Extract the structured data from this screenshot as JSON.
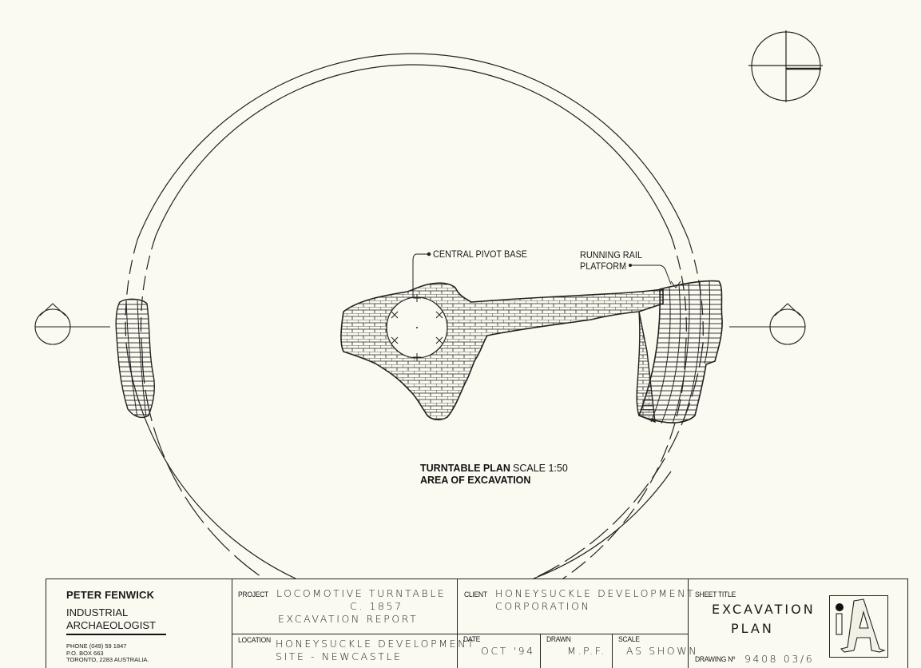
{
  "drawing": {
    "plan_title": "TURNTABLE PLAN",
    "plan_scale": "SCALE 1:50",
    "plan_subtitle": "AREA OF EXCAVATION",
    "annotations": {
      "central_pivot": "CENTRAL PIVOT BASE",
      "running_rail_line1": "RUNNING RAIL",
      "running_rail_line2": "PLATFORM"
    },
    "icons": [
      "north-point-icon",
      "section-marker-left-icon",
      "section-marker-right-icon"
    ],
    "colors": {
      "paper": "#fbfaf0",
      "ink": "#1a1a1a"
    }
  },
  "title_block": {
    "firm": {
      "name": "PETER FENWICK",
      "role_line1": "INDUSTRIAL",
      "role_line2": "ARCHAEOLOGIST",
      "phone": "PHONE (049) 59 1847",
      "po_box": "P.O. BOX 663",
      "address": "TORONTO, 2283 AUSTRALIA."
    },
    "project": {
      "label": "PROJECT",
      "line1": "LOCOMOTIVE  TURNTABLE",
      "line2": "C. 1857",
      "line3": "EXCAVATION  REPORT"
    },
    "location": {
      "label": "LOCATION",
      "line1": "HONEYSUCKLE DEVELOPMENT",
      "line2": "SITE - NEWCASTLE"
    },
    "client": {
      "label": "CLIENT",
      "line1": "HONEYSUCKLE  DEVELOPMENT",
      "line2": "CORPORATION"
    },
    "date": {
      "label": "DATE",
      "value": "OCT '94"
    },
    "drawn": {
      "label": "DRAWN",
      "value": "M.P.F."
    },
    "scale": {
      "label": "SCALE",
      "value": "AS SHOWN"
    },
    "sheet_title": {
      "label": "SHEET  TITLE",
      "line1": "EXCAVATION",
      "line2": "PLAN"
    },
    "drawing_no": {
      "label": "DRAWING Nº",
      "value": "9408  03/6"
    },
    "logo": "iA"
  }
}
